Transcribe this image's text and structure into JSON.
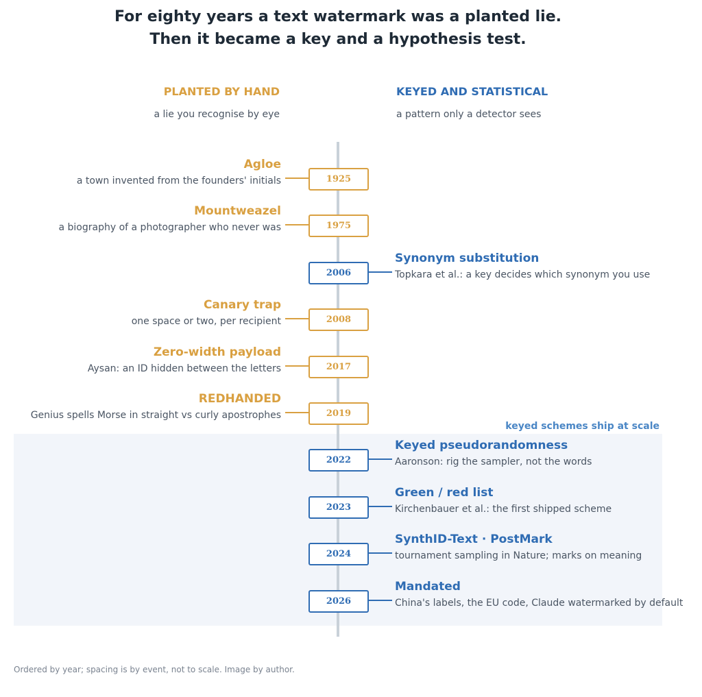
{
  "title": {
    "line1": "For eighty years a text watermark was a planted lie.",
    "line2": "Then it became a key and a hypothesis test."
  },
  "columns": {
    "left": {
      "heading": "PLANTED BY HAND",
      "subtitle": "a lie you recognise by eye"
    },
    "right": {
      "heading": "KEYED AND STATISTICAL",
      "subtitle": "a pattern only a detector sees"
    }
  },
  "band_label": "keyed schemes ship at scale",
  "colors": {
    "planted": "#d9a041",
    "keyed": "#2f6cb3",
    "band": "#f2f5fa",
    "axis": "#c9d1d9"
  },
  "events": [
    {
      "year": "1925",
      "title": "Agloe",
      "description": "a town invented from the founders' initials",
      "kind": "planted"
    },
    {
      "year": "1975",
      "title": "Mountweazel",
      "description": "a biography of a photographer who never was",
      "kind": "planted"
    },
    {
      "year": "2006",
      "title": "Synonym substitution",
      "description": "Topkara et al.: a key decides which synonym you use",
      "kind": "keyed"
    },
    {
      "year": "2008",
      "title": "Canary trap",
      "description": "one space or two, per recipient",
      "kind": "planted"
    },
    {
      "year": "2017",
      "title": "Zero-width payload",
      "description": "Aysan: an ID hidden between the letters",
      "kind": "planted"
    },
    {
      "year": "2019",
      "title": "REDHANDED",
      "description": "Genius spells Morse in straight vs curly apostrophes",
      "kind": "planted"
    },
    {
      "year": "2022",
      "title": "Keyed pseudorandomness",
      "description": "Aaronson: rig the sampler, not the words",
      "kind": "keyed"
    },
    {
      "year": "2023",
      "title": "Green / red list",
      "description": "Kirchenbauer et al.: the first shipped scheme",
      "kind": "keyed"
    },
    {
      "year": "2024",
      "title": "SynthID-Text · PostMark",
      "description": "tournament sampling in Nature; marks on meaning",
      "kind": "keyed"
    },
    {
      "year": "2026",
      "title": "Mandated",
      "description": "China's labels, the EU code, Claude watermarked by default",
      "kind": "keyed"
    }
  ],
  "footer": "Ordered by year; spacing is by event, not to scale. Image by author."
}
